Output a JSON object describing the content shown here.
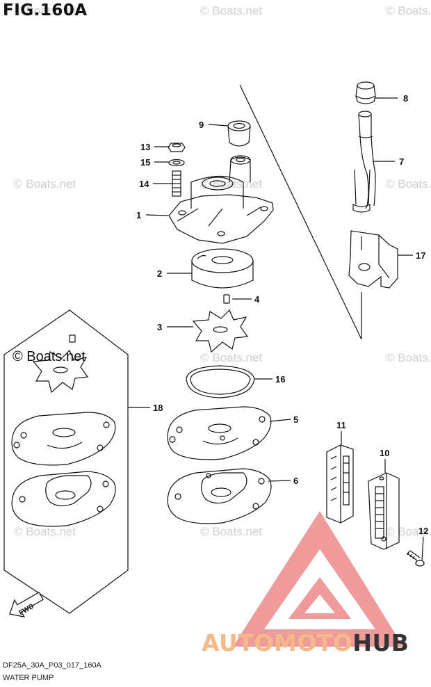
{
  "figure": {
    "title": "FIG.160A"
  },
  "watermark": {
    "text": "© Boats.net"
  },
  "footer": {
    "code": "DF25A_30A_P03_017_160A",
    "name": "WATER PUMP"
  },
  "logo": {
    "text_a": "AUTOMOTO",
    "text_b": "HUB",
    "color_a": "#f3b98a",
    "color_b": "#333333"
  },
  "fwd_label": "FWD",
  "callouts": [
    "1",
    "2",
    "3",
    "4",
    "5",
    "6",
    "7",
    "8",
    "9",
    "10",
    "11",
    "12",
    "13",
    "14",
    "15",
    "16",
    "17",
    "18"
  ]
}
